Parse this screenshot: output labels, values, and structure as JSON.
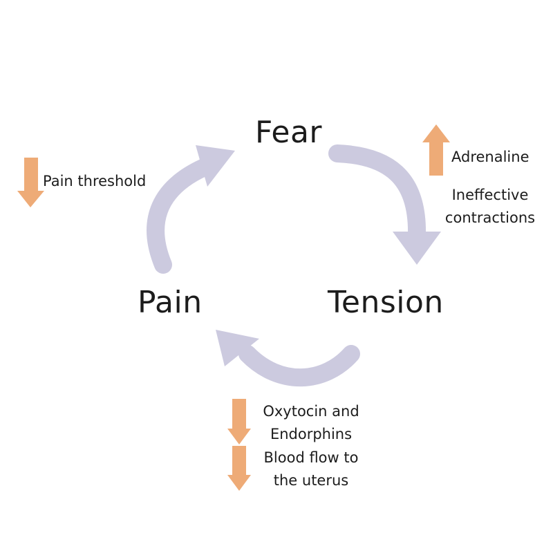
{
  "colors": {
    "cycle_arrow": "#cccadf",
    "indicator_arrow": "#eeab77",
    "text": "#1c1c1c",
    "background": "#ffffff"
  },
  "nodes": {
    "fear": "Fear",
    "tension": "Tension",
    "pain": "Pain"
  },
  "annotations": {
    "pain_threshold": {
      "label": "Pain threshold",
      "direction": "down"
    },
    "adrenaline": {
      "label": "Adrenaline",
      "direction": "up"
    },
    "ineffective_contractions": {
      "line1": "Ineffective",
      "line2": "contractions"
    },
    "oxytocin_endorphins": {
      "line1": "Oxytocin and",
      "line2": "Endorphins",
      "direction": "down"
    },
    "blood_flow": {
      "line1": "Blood flow to",
      "line2": "the uterus",
      "direction": "down"
    }
  }
}
